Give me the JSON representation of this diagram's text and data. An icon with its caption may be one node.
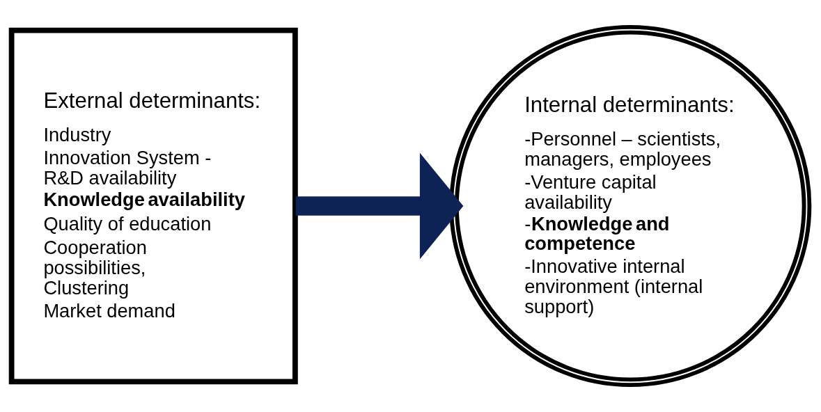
{
  "diagram": {
    "nodes": [
      {
        "text": [
          "External determinants:",
          "Industry",
          "Innovation System - R&D availability",
          "**Knowledge availability**",
          "Quality of education",
          "Cooperation possibilities, Clustering",
          "Market demand"
        ]
      },
      {
        "text": [
          "Internal determinants:",
          "-Personnel – scientists, managers, employees",
          "-Venture capital availability",
          "-**Knowledge and competence**",
          "-Innovative internal environment (internal support)"
        ]
      }
    ],
    "edges": [
      {
        "from": 0,
        "to": 1,
        "arrow": "to",
        "color": "#0d2356"
      }
    ]
  }
}
